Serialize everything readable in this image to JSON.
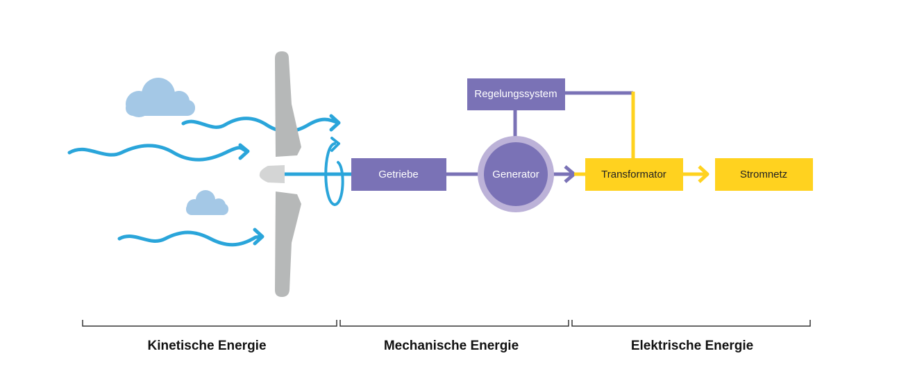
{
  "diagram": {
    "boxes": {
      "getriebe": "Getriebe",
      "generator": "Generator",
      "regelungssystem": "Regelungssystem",
      "transformator": "Transformator",
      "stromnetz": "Stromnetz"
    },
    "sections": {
      "kinetic": "Kinetische Energie",
      "mechanical": "Mechanische Energie",
      "electrical": "Elektrische Energie"
    },
    "colors": {
      "wind_blue": "#2aa5da",
      "cloud_blue": "#a4c8e6",
      "blade_gray": "#b6b8b8",
      "hub_gray": "#d4d5d5",
      "purple": "#7a72b6",
      "purple_light": "#bcb2d8",
      "yellow": "#ffd21f",
      "bracket": "#333333"
    },
    "icons": [
      "cloud-icon",
      "wind-arrow-icon",
      "rotor-blade-icon",
      "rotation-arrow-icon"
    ]
  }
}
